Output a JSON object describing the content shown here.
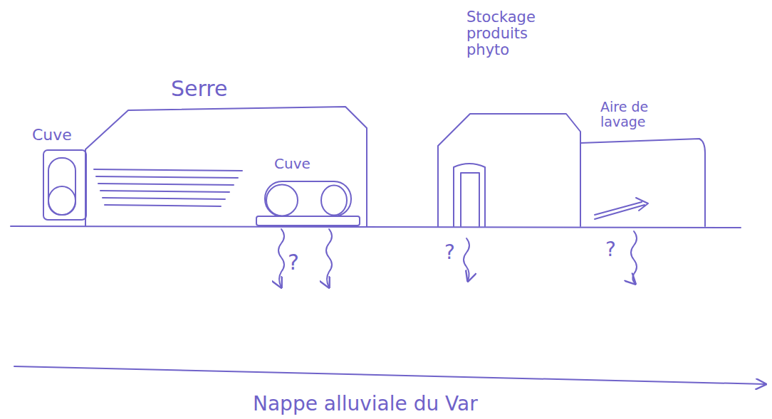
{
  "diagram": {
    "nodes": [
      {
        "text": [
          "Cuve"
        ]
      },
      {
        "text": [
          "Serre"
        ]
      },
      {
        "text": [
          "Cuve"
        ],
        "in": 1
      },
      {
        "text": [
          "Stockage produits phyto"
        ]
      },
      {
        "text": [
          "Aire de lavage"
        ]
      }
    ],
    "labels": [
      "?",
      "?",
      "?",
      "Nappe alluviale du Var"
    ]
  }
}
